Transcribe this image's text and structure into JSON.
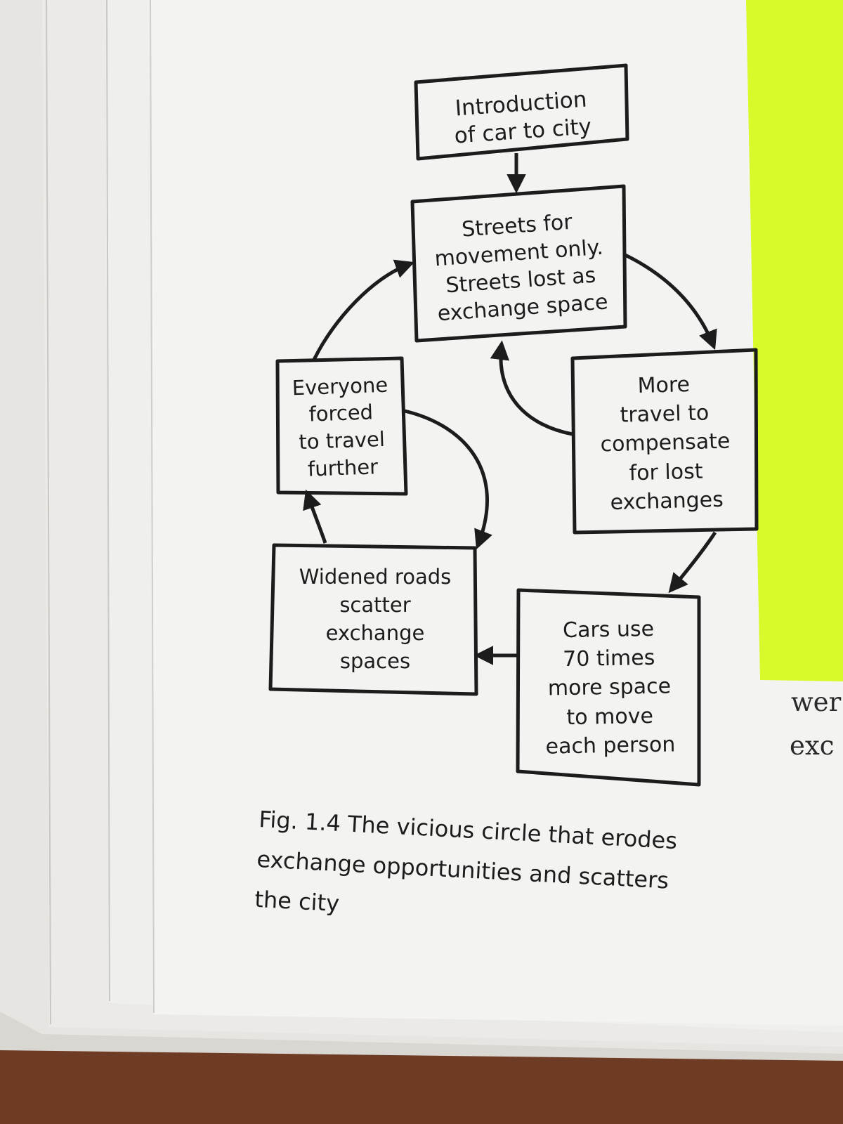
{
  "boxes": {
    "intro": "Introduction\nof car to city",
    "streets": "Streets for\nmovement only.\nStreets lost as\nexchange space",
    "more_travel": "More\ntravel to\ncompensate\nfor lost\nexchanges",
    "cars_use": "Cars use\n70 times\nmore space\nto move\neach person",
    "widened": "Widened roads\nscatter\nexchange\nspaces",
    "everyone": "Everyone\nforced\nto travel\nfurther"
  },
  "caption": "Fig. 1.4 The vicious circle that erodes exchange opportunities and scatters the city",
  "facing_page_text": [
    "wer",
    "exc"
  ],
  "colors": {
    "sticky_note": "#d8fa2a",
    "page": "#f3f3f1",
    "ink": "#1c1c1c",
    "table": "#6e3b24"
  }
}
